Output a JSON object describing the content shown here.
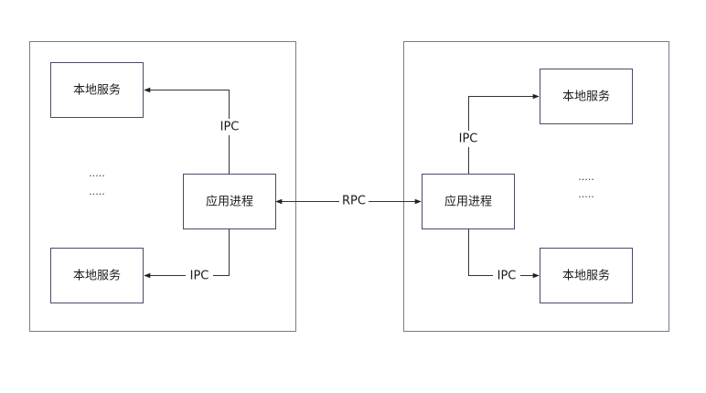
{
  "diagram": {
    "left_host": {
      "process_label": "应用进程",
      "services": [
        "本地服务",
        "本地服务"
      ],
      "ellipsis": [
        "·····",
        "·····"
      ],
      "edge_labels": [
        "IPC",
        "IPC"
      ]
    },
    "right_host": {
      "process_label": "应用进程",
      "services": [
        "本地服务",
        "本地服务"
      ],
      "ellipsis": [
        "·····",
        "·····"
      ],
      "edge_labels": [
        "IPC",
        "IPC"
      ]
    },
    "link_label": "RPC",
    "colors": {
      "container_border": "#7a7a92",
      "node_border": "#4a4a66",
      "edge": "#333333"
    }
  }
}
